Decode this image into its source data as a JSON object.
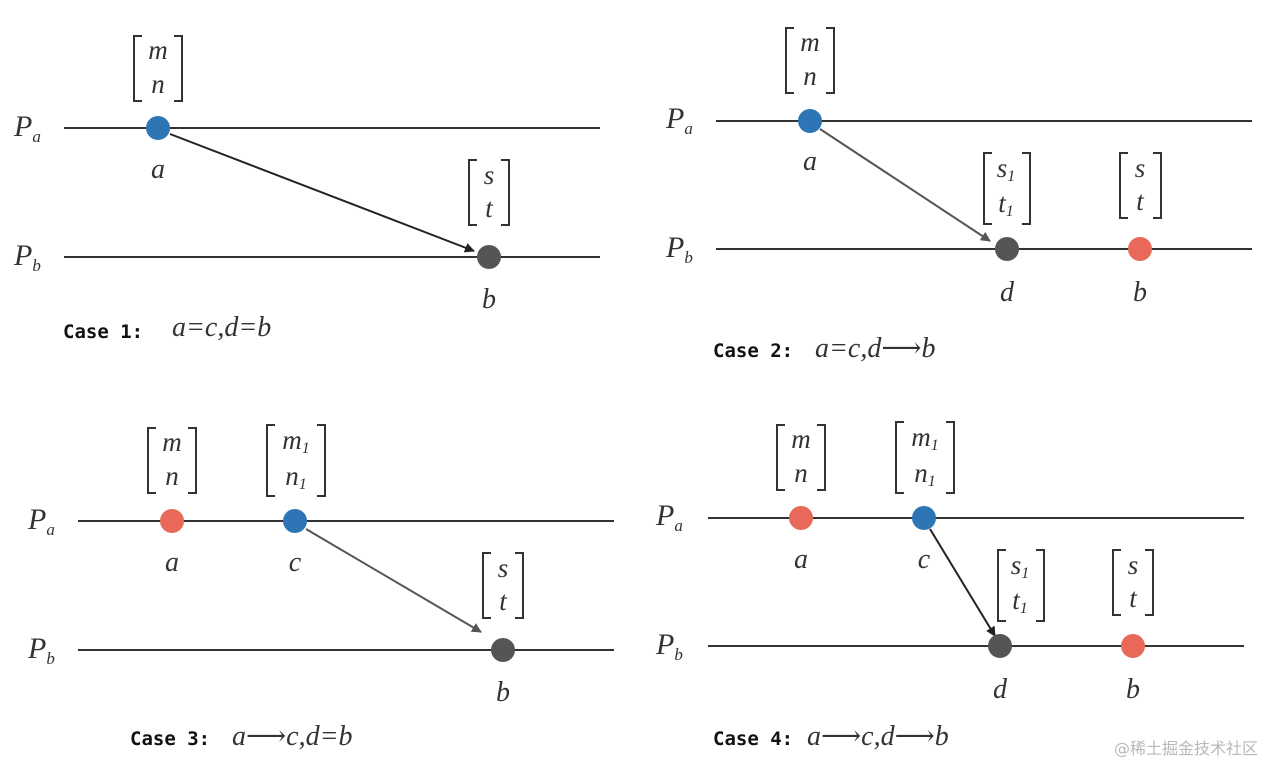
{
  "process_labels": {
    "pa_main": "P",
    "pa_sub": "a",
    "pb_main": "P",
    "pb_sub": "b"
  },
  "event_labels": {
    "a": "a",
    "b": "b",
    "c": "c",
    "d": "d"
  },
  "vectors": {
    "m_n": {
      "top": "m",
      "bottom": "n"
    },
    "s_t": {
      "top": "s",
      "bottom": "t"
    },
    "s1_t1": {
      "top": "s",
      "top_sub": "1",
      "bottom": "t",
      "bottom_sub": "1"
    },
    "m1_n1": {
      "top": "m",
      "top_sub": "1",
      "bottom": "n",
      "bottom_sub": "1"
    }
  },
  "cases": [
    {
      "label": "Case 1:",
      "expression": "a=c,d=b"
    },
    {
      "label": "Case 2:",
      "expression": "a=c,d⟶b"
    },
    {
      "label": "Case 3:",
      "expression": "a⟶c,d=b"
    },
    {
      "label": "Case 4:",
      "expression": "a⟶c,d⟶b"
    }
  ],
  "colors": {
    "blue": "#2e75b6",
    "red": "#e8695a",
    "gray": "#555555",
    "line": "#333333"
  },
  "watermark": "@稀土掘金技术社区"
}
